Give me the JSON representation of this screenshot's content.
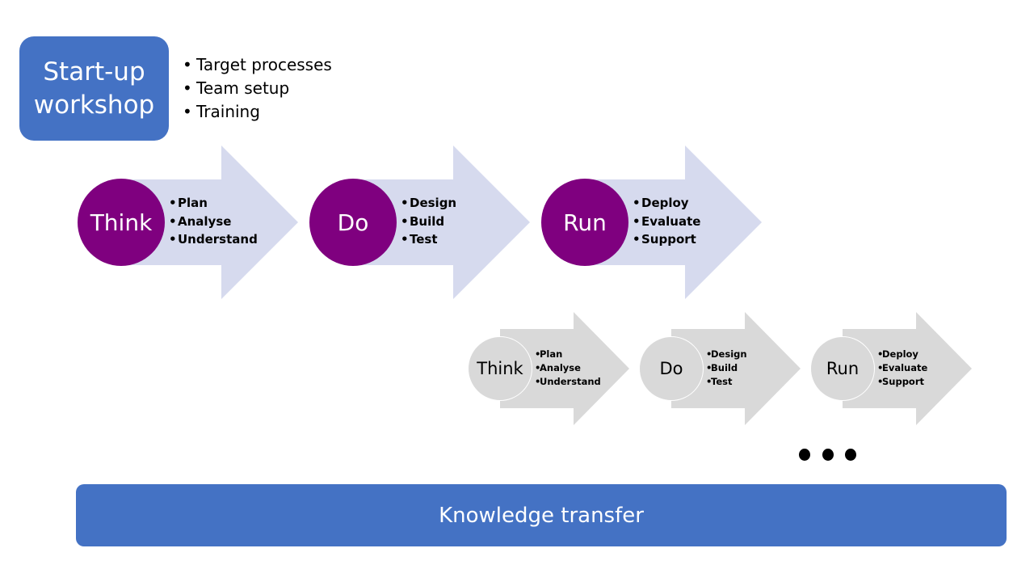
{
  "startup": {
    "title_line1": "Start-up",
    "title_line2": "workshop",
    "items": [
      "Target processes",
      "Team setup",
      "Training"
    ]
  },
  "cycle1": [
    {
      "label": "Think",
      "items": [
        "Plan",
        "Analyse",
        "Understand"
      ]
    },
    {
      "label": "Do",
      "items": [
        "Design",
        "Build",
        "Test"
      ]
    },
    {
      "label": "Run",
      "items": [
        "Deploy",
        "Evaluate",
        "Support"
      ]
    }
  ],
  "cycle2": [
    {
      "label": "Think",
      "items": [
        "Plan",
        "Analyse",
        "Understand"
      ]
    },
    {
      "label": "Do",
      "items": [
        "Design",
        "Build",
        "Test"
      ]
    },
    {
      "label": "Run",
      "items": [
        "Deploy",
        "Evaluate",
        "Support"
      ]
    }
  ],
  "knowledge_transfer": "Knowledge transfer",
  "colors": {
    "box_blue": "#4472c4",
    "circle_purple": "#7f007f",
    "arrow_lavender": "#d6daee",
    "gray": "#d9d9d9"
  }
}
